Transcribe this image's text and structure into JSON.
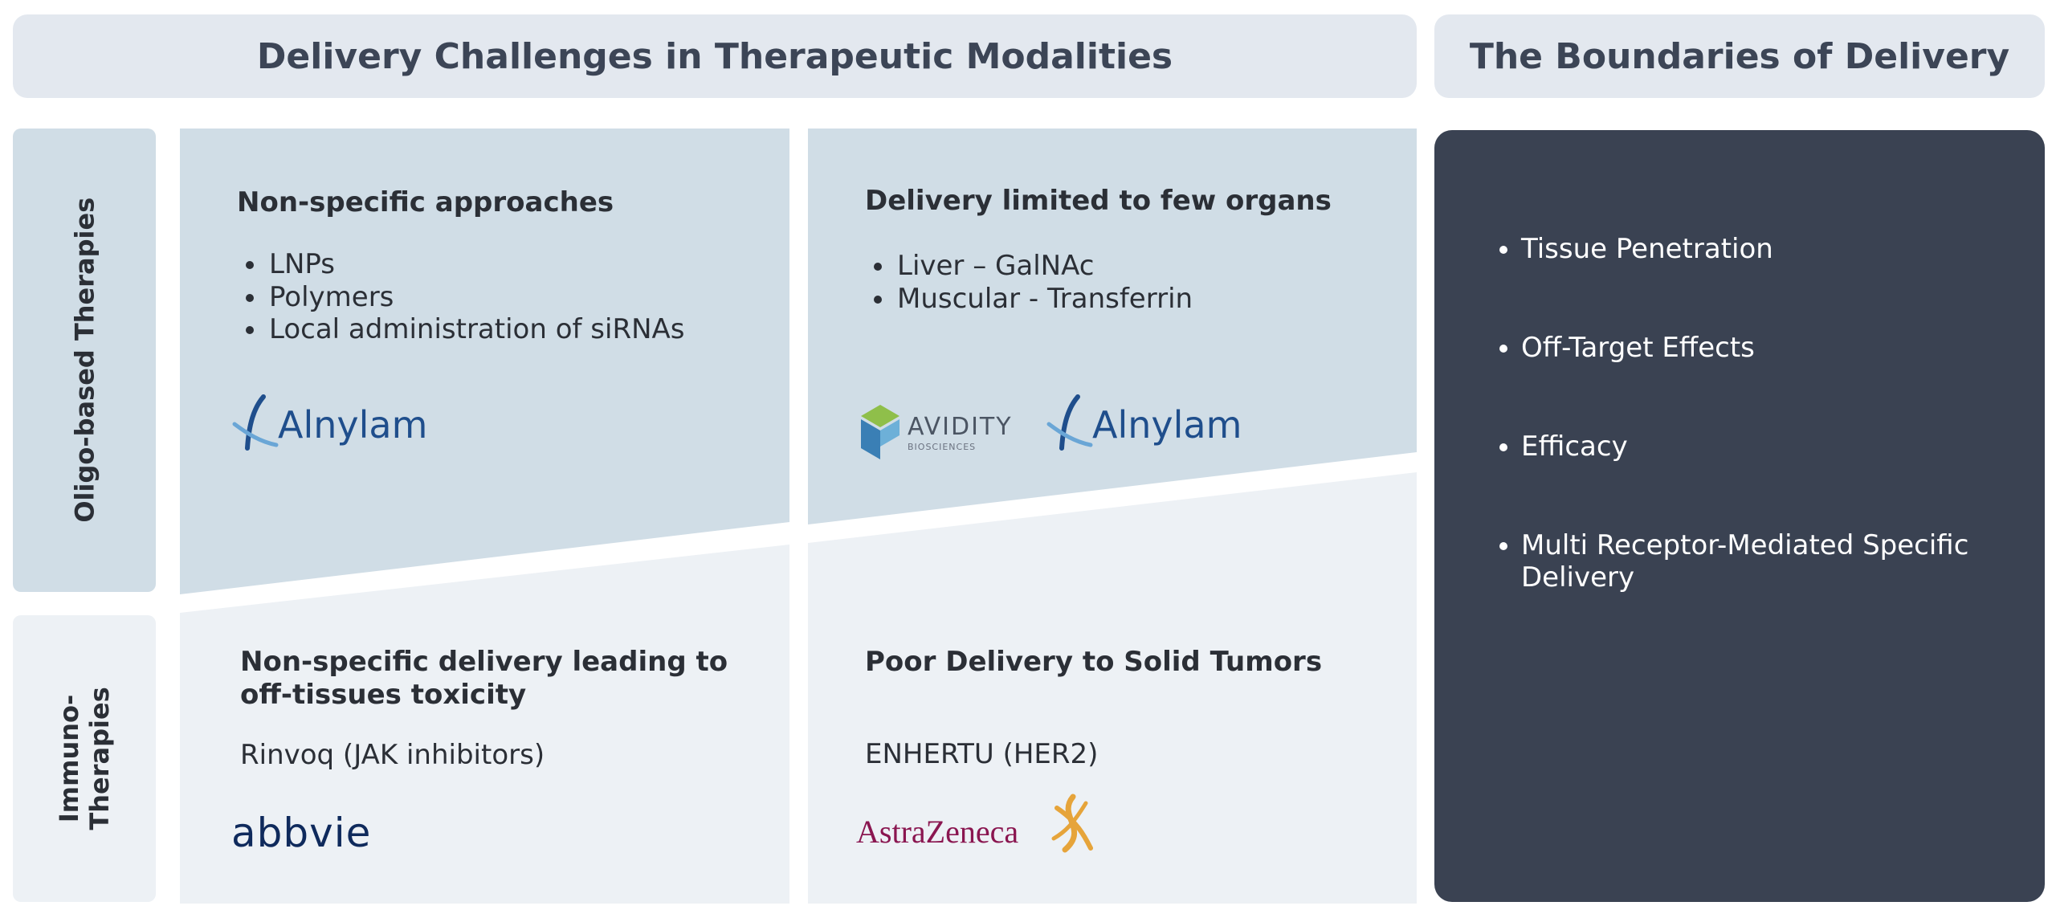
{
  "left_header": "Delivery Challenges in Therapeutic Modalities",
  "right_header": "The Boundaries of Delivery",
  "rows": {
    "oligo_label": "Oligo-based Therapies",
    "immuno_label_line1": "Immuno-",
    "immuno_label_line2": "Therapies"
  },
  "cells": {
    "oligo_nonspecific": {
      "title": "Non-specific approaches",
      "bullets": [
        "LNPs",
        "Polymers",
        "Local administration of siRNAs"
      ],
      "logo": "Alnylam"
    },
    "oligo_limited": {
      "title": "Delivery limited to few organs",
      "bullets": [
        "Liver – GalNAc",
        "Muscular - Transferrin"
      ],
      "logo_avidity_main": "AVIDITY",
      "logo_avidity_sub": "BIOSCIENCES",
      "logo_alnylam": "Alnylam"
    },
    "immuno_nonspecific": {
      "title_line1": "Non-specific delivery leading to",
      "title_line2": "off-tissues toxicity",
      "example": "Rinvoq (JAK inhibitors)",
      "logo": "abbvie"
    },
    "immuno_tumors": {
      "title": "Poor Delivery to Solid Tumors",
      "example": "ENHERTU (HER2)",
      "logo": "AstraZeneca"
    }
  },
  "boundaries": {
    "items": [
      "Tissue Penetration",
      "Off-Target Effects",
      "Efficacy",
      "Multi Receptor-Mediated Specific Delivery"
    ]
  },
  "colors": {
    "header_bg": "#e3e8ef",
    "oligo_bg": "#d0dde6",
    "immuno_bg": "#edf1f5",
    "dark_panel": "#3a4252",
    "astrazeneca_text": "#8a1650",
    "astrazeneca_mark": "#e6a43a",
    "abbvie": "#0f2a5c",
    "alnylam": "#1f4e8c"
  }
}
